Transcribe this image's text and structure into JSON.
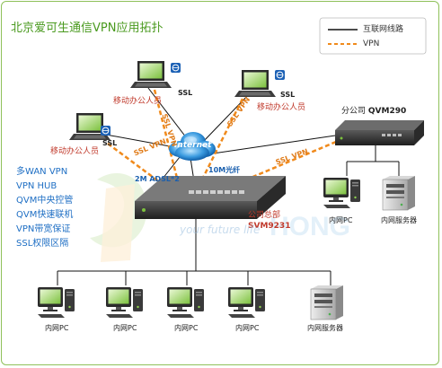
{
  "title": "北京爱可生通信VPN应用拓扑",
  "legend": {
    "internet_line": "互联网线路",
    "vpn_line": "VPN"
  },
  "colors": {
    "internet_line": "#111111",
    "vpn_line": "#f08a1c",
    "title": "#4a9a1f",
    "features": "#1f6fc4",
    "red_label": "#c0392b"
  },
  "cloud_label": "Internet",
  "mobile_users": [
    {
      "label": "移动办公人员",
      "ssl": "SSL",
      "vpn": "SSL VPN"
    },
    {
      "label": "移动办公人员",
      "ssl": "SSL",
      "vpn": "SSL VPN"
    },
    {
      "label": "移动办公人员",
      "ssl": "SSL",
      "vpn": "SSL VPN"
    }
  ],
  "branch": {
    "label": "分公司",
    "model": "QVM290",
    "vpn": "SSL VPN",
    "pc": "内网PC",
    "server": "内网服务器"
  },
  "hq": {
    "label": "公司总部",
    "model": "SVM9231",
    "adsl": "2M ADSL*2",
    "fiber": "10M光纤",
    "pcs": [
      "内网PC",
      "内网PC",
      "内网PC",
      "内网PC"
    ],
    "server": "内网服务器"
  },
  "features": [
    "多WAN VPN",
    "VPN HUB",
    "QVM中央控管",
    "QVM快速联机",
    "VPN带宽保证",
    "SSL权限区隔"
  ],
  "watermark": "your future life"
}
